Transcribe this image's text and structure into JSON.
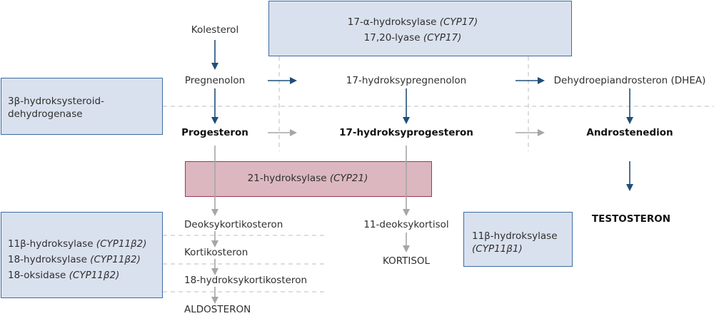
{
  "enzymes": {
    "cyp17": {
      "line1_name": "17-α-hydroksylase ",
      "line1_gene": "(CYP17)",
      "line2_name": "17,20-lyase ",
      "line2_gene": "(CYP17)"
    },
    "hsd3b": {
      "line1": "3β-hydroksysteroid-",
      "line2": "dehydrogenase"
    },
    "cyp21": {
      "name": "21-hydroksylase ",
      "gene": "(CYP21)"
    },
    "cyp11b2": {
      "l1_name": "11β-hydroksylase ",
      "l1_gene": "(CYP11β2)",
      "l2_name": "18-hydroksylase ",
      "l2_gene": "(CYP11β2)",
      "l3_name": "18-oksidase ",
      "l3_gene": "(CYP11β2)"
    },
    "cyp11b1": {
      "name": "11β-hydroksylase",
      "gene": "(CYP11β1)"
    }
  },
  "compounds": {
    "kolesterol": "Kolesterol",
    "pregnenolon": "Pregnenolon",
    "hydroxypregnenolon": "17-hydroksypregnenolon",
    "dhea": "Dehydroepiandrosteron (DHEA)",
    "progesteron": "Progesteron",
    "hydroxyprogesteron": "17-hydroksyprogesteron",
    "androstenedion": "Androstenedion",
    "testosteron": "TESTOSTERON",
    "deoksykortikosteron": "Deoksykortikosteron",
    "kortikosteron": "Kortikosteron",
    "hydroxykortikosteron": "18-hydroksykortikosteron",
    "aldosteron": "ALDOSTERON",
    "deoksykortisol": "11-deoksykortisol",
    "kortisol": "KORTISOL"
  },
  "colors": {
    "blue_arrow": "#1f4e79",
    "grey_arrow": "#a6a6a6",
    "dash": "#bdbdbd",
    "box_border": "#3b6da3",
    "box_fill": "#dae1ee",
    "red_border": "#9a3a55",
    "red_fill": "#dcb7bf"
  }
}
